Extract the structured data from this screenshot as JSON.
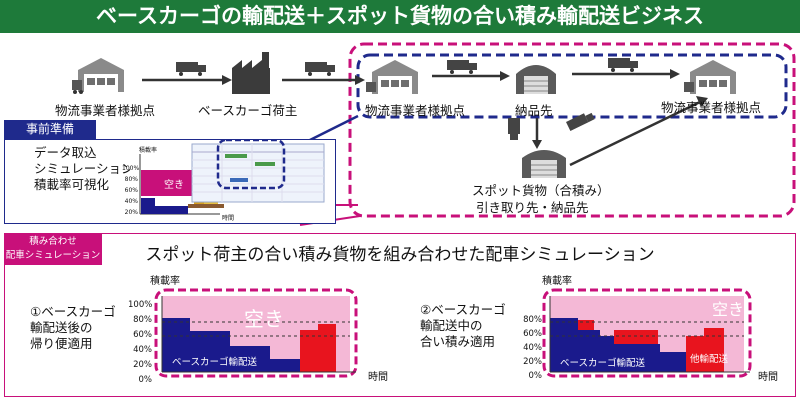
{
  "title": "ベースカーゴの輸配送＋スポット貨物の合い積み輸配送ビジネス",
  "nodes": {
    "logistics_base_1": "物流事業者様拠点",
    "base_cargo_shipper": "ベースカーゴ荷主",
    "logistics_base_2": "物流事業者様拠点",
    "delivery_dest": "納品先",
    "logistics_base_3": "物流事業者様拠点",
    "spot_cargo": "スポット貨物（合積み）",
    "spot_cargo_sub": "引き取り先・納品先"
  },
  "preparation": {
    "tag": "事前準備",
    "lines": [
      "データ取込",
      "シミュレーション",
      "積載率可視化"
    ],
    "mini_chart": {
      "ylabel": "積載率",
      "ticks": [
        "100%",
        "80%",
        "60%",
        "40%",
        "20%"
      ],
      "empty_label": "空き",
      "xlabel": "時間"
    }
  },
  "simulation": {
    "tag_line1": "積み合わせ",
    "tag_line2": "配車シミュレーション",
    "title": "スポット荷主の合い積み貨物を組み合わせた配車シミュレーション",
    "case1": {
      "lines": [
        "①ベースカーゴ",
        "輸配送後の",
        "帰り便適用"
      ],
      "ylabel": "積載率",
      "xlabel": "時間",
      "ticks": [
        "100%",
        "80%",
        "60%",
        "40%",
        "20%",
        "0%"
      ],
      "empty_label": "空き",
      "base_label": "ベースカーゴ輸配送"
    },
    "case2": {
      "lines": [
        "②ベースカーゴ",
        "輸配送中の",
        "合い積み適用"
      ],
      "ylabel": "積載率",
      "xlabel": "時間",
      "ticks": [
        "80%",
        "60%",
        "40%",
        "20%",
        "0%"
      ],
      "empty_label": "空き",
      "base_label": "ベースカーゴ輸配送",
      "other_label": "他輸配送"
    }
  },
  "colors": {
    "title_green": "#1e7a3a",
    "navy": "#1f2a8c",
    "magenta": "#c8107a",
    "empty_pink": "#f4b8d6",
    "base_navy": "#1a1a8c",
    "spot_red": "#e8141e"
  }
}
